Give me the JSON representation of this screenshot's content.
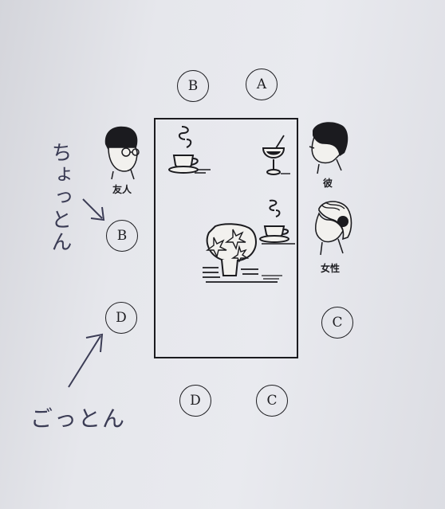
{
  "seats": {
    "top_b": "B",
    "top_a": "A",
    "left_b": "B",
    "left_d": "D",
    "right_c": "C",
    "bottom_d": "D",
    "bottom_c": "C"
  },
  "people": {
    "friend_label": "友人",
    "boyfriend_label": "彼",
    "woman_label": "女性"
  },
  "annotations": {
    "chotton": "ちょっとん",
    "gotton": "ごっとん"
  },
  "icons": [
    "coffee-cup-icon",
    "cocktail-glass-icon",
    "tea-cup-icon",
    "flower-vase-icon"
  ]
}
